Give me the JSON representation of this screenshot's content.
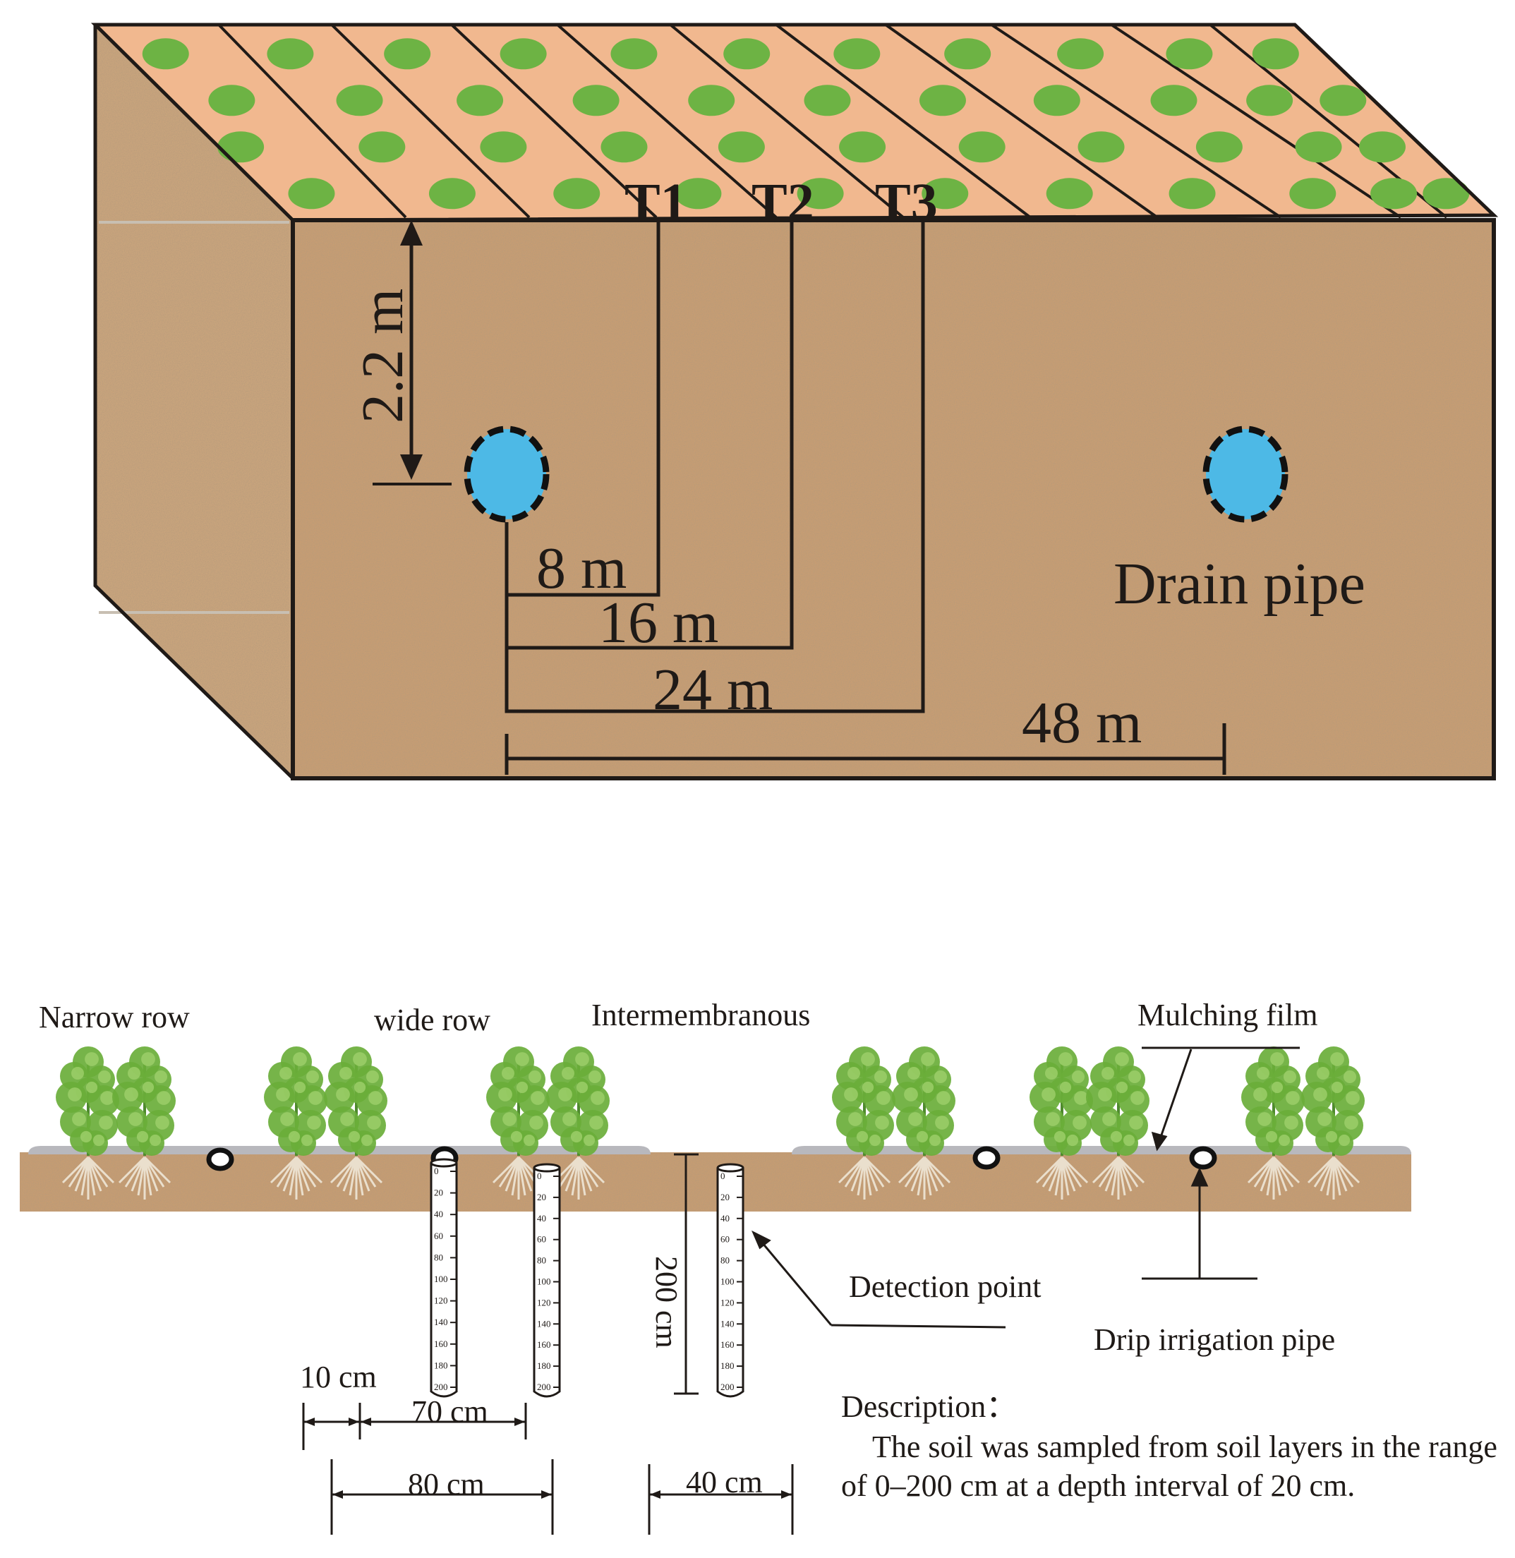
{
  "top": {
    "trenches": [
      "T1",
      "T2",
      "T3"
    ],
    "depth_label": "2.2 m",
    "distances": [
      "8 m",
      "16 m",
      "24 m"
    ],
    "spacing_label": "48 m",
    "drain_label": "Drain pipe"
  },
  "bottom": {
    "row_labels": {
      "narrow": "Narrow row",
      "wide": "wide row",
      "inter": "Intermembranous"
    },
    "mulching_label": "Mulching film",
    "detection_label": "Detection point",
    "drip_label": "Drip irrigation pipe",
    "depth_label": "200 cm",
    "dims": {
      "d10": "10 cm",
      "d70": "70 cm",
      "d80": "80 cm",
      "d40": "40 cm"
    },
    "tube_ticks": [
      "0",
      "20",
      "40",
      "60",
      "80",
      "100",
      "120",
      "140",
      "160",
      "180",
      "200"
    ],
    "description_title": "Description：",
    "description_line1": "The soil was sampled from soil layers in the range",
    "description_line2": "of 0–200 cm at a depth interval of 20 cm."
  },
  "colors": {
    "soil": "#c69c72",
    "surface": "#f1b88f",
    "plant_dot": "#6db344",
    "drain": "#4db9e6",
    "film": "#b8b8bd"
  }
}
